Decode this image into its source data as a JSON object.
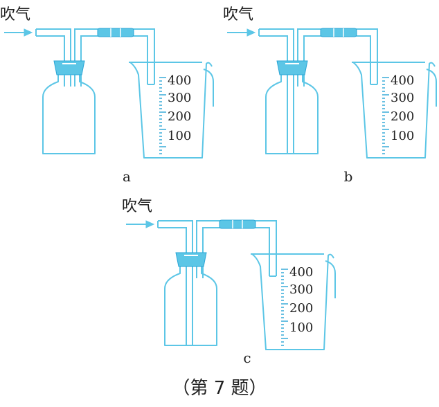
{
  "panels": [
    {
      "id": "a",
      "label": "a",
      "blow_label": "吹气",
      "inner_tube": "short",
      "scale_labels": [
        "400",
        "300",
        "200",
        "100"
      ]
    },
    {
      "id": "b",
      "label": "b",
      "blow_label": "吹气",
      "inner_tube": "long",
      "scale_labels": [
        "400",
        "300",
        "200",
        "100"
      ]
    },
    {
      "id": "c",
      "label": "c",
      "blow_label": "吹气",
      "inner_tube": "long",
      "scale_labels": [
        "400",
        "300",
        "200",
        "100"
      ]
    }
  ],
  "caption": "（第 7 题）",
  "colors": {
    "glass": "#5cc6e6",
    "stopper": "#5cc6e6",
    "text": "#222222"
  }
}
